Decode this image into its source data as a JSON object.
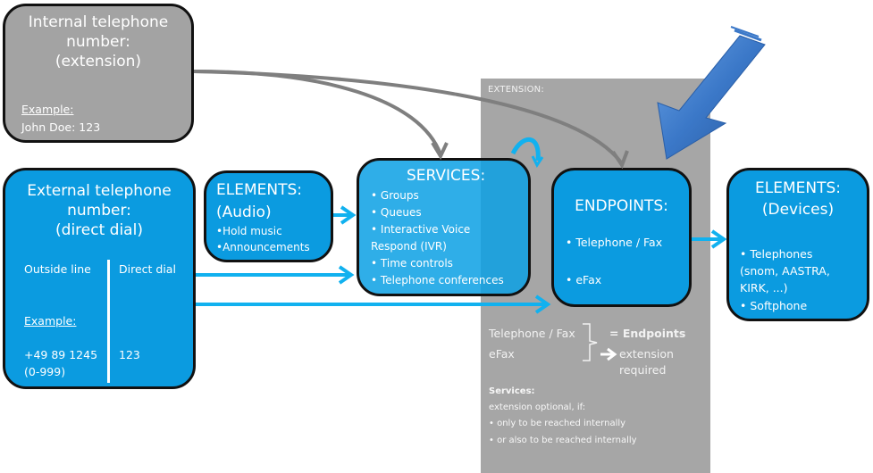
{
  "internal_number": {
    "title_lines": [
      "Internal telephone",
      "number:",
      "(extension)"
    ],
    "example_label": "Example:",
    "example_value": "John Doe:  123"
  },
  "external_number": {
    "title_lines": [
      "External telephone",
      "number:",
      "(direct dial)"
    ],
    "col_left_header": "Outside line",
    "col_right_header": "Direct dial",
    "example_label": "Example:",
    "outside_line_value": "+49  89 1245",
    "outside_line_range": "(0-999)",
    "direct_dial_value": "123"
  },
  "elements_audio": {
    "title": "ELEMENTS:",
    "subtitle": "(Audio)",
    "items": [
      "Hold music",
      "Announcements"
    ]
  },
  "services": {
    "title": "SERVICES:",
    "items": [
      "Groups",
      "Queues",
      "Interactive Voice",
      "Time controls",
      "Telephone conferences"
    ],
    "ivr_continuation": "Respond (IVR)"
  },
  "extension_region": {
    "label": "EXTENSION:"
  },
  "endpoints": {
    "title": "ENDPOINTS:",
    "items": [
      "Telephone  / Fax",
      "eFax"
    ]
  },
  "elements_devices": {
    "title": "ELEMENTS:",
    "subtitle": "(Devices)",
    "item1": "Telephones",
    "item1_detail_1": "(snom, AASTRA,",
    "item1_detail_2": "KIRK, ...)",
    "item2": "Softphone"
  },
  "legend": {
    "line1": "Telephone / Fax",
    "line2": "eFax",
    "equals_label": "= Endpoints",
    "arrow_label_1": "extension",
    "arrow_label_2": "required"
  },
  "services_note": {
    "heading": "Services:",
    "line1": " extension optional, if:",
    "bullet1": "only to be reached internally",
    "bullet2": "or also to be reached internally"
  },
  "colors": {
    "box_blue": "#0b9be0",
    "services_blue": "#33b1e8",
    "box_gray": "#a3a3a3",
    "region_gray": "#a6a6a6",
    "arrow_blue": "#11b1ef",
    "arrow_gray": "#7f7f7f",
    "big_arrow_blue": "#3b78c8"
  }
}
